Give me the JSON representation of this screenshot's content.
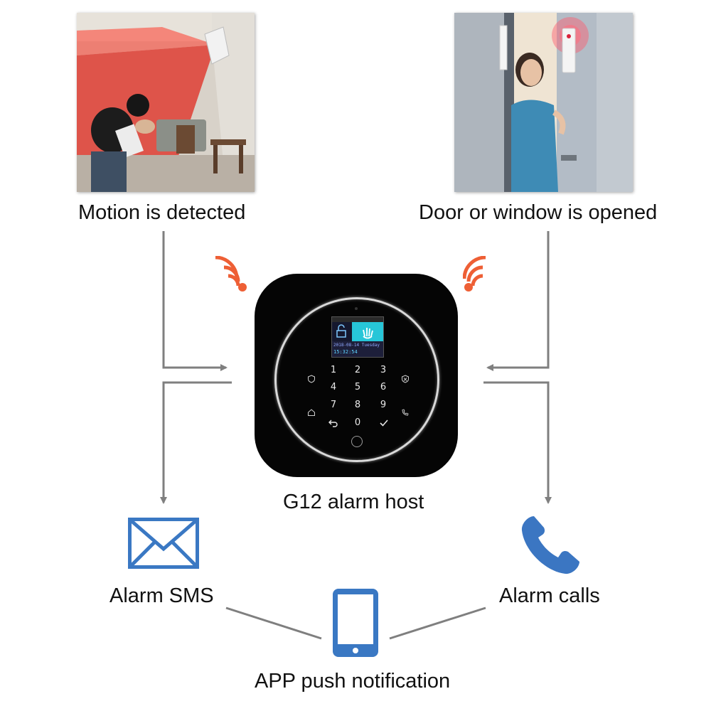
{
  "labels": {
    "motion": "Motion is detected",
    "door": "Door or window is opened",
    "host": "G12 alarm host",
    "sms": "Alarm SMS",
    "calls": "Alarm calls",
    "app": "APP push notification"
  },
  "device": {
    "screen_date": "2018-08-14 Tuesday",
    "screen_time": "15:32:54",
    "keys": [
      "1",
      "2",
      "3",
      "4",
      "5",
      "6",
      "7",
      "8",
      "9",
      "0"
    ]
  },
  "colors": {
    "line": "#7f7f7f",
    "icon_blue": "#3a78c3",
    "phone_blue": "#3b76c2",
    "signal_orange": "#ee5f35",
    "device_black": "#050505"
  }
}
